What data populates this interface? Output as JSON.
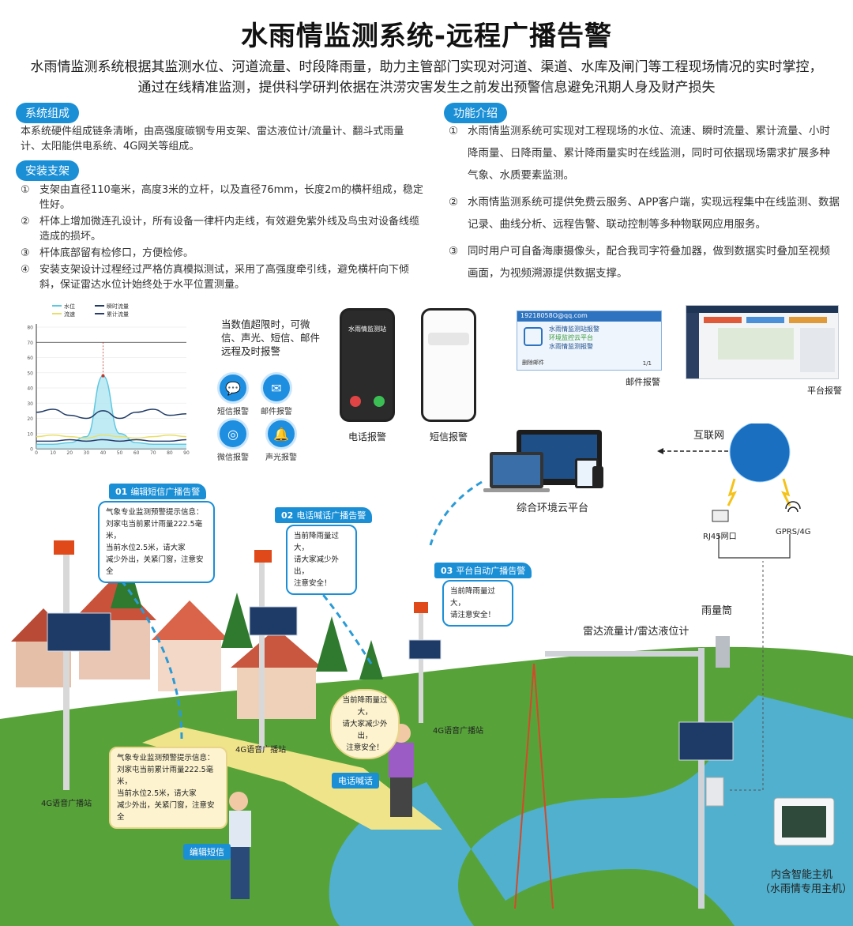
{
  "header": {
    "title": "水雨情监测系统-远程广播告警",
    "intro_line1": "水雨情监测系统根据其监测水位、河道流量、时段降雨量，助力主管部门实现对河道、渠道、水库及闸门等工程现场情况的实时掌控，",
    "intro_line2": "通过在线精准监测，提供科学研判依据在洪涝灾害发生之前发出预警信息避免汛期人身及财产损失"
  },
  "composition": {
    "heading": "系统组成",
    "text": "本系统硬件组成链条清晰，由高强度碳钢专用支架、雷达液位计/流量计、翻斗式雨量计、太阳能供电系统、4G网关等组成。"
  },
  "bracket": {
    "heading": "安装支架",
    "items": [
      {
        "num": "①",
        "text": "支架由直径110毫米，高度3米的立杆，以及直径76mm，长度2m的横杆组成，稳定性好。"
      },
      {
        "num": "②",
        "text": "杆体上增加微连孔设计，所有设备一律杆内走线，有效避免紫外线及鸟虫对设备线缆造成的损坏。"
      },
      {
        "num": "③",
        "text": "杆体底部留有检修口，方便检修。"
      },
      {
        "num": "④",
        "text": "安装支架设计过程经过严格仿真模拟测试，采用了高强度牵引线，避免横杆向下倾斜，保证雷达水位计始终处于水平位置测量。"
      }
    ]
  },
  "functions": {
    "heading": "功能介绍",
    "items": [
      {
        "num": "①",
        "text": "水雨情监测系统可实现对工程现场的水位、流速、瞬时流量、累计流量、小时降雨量、日降雨量、累计降雨量实时在线监测，同时可依据现场需求扩展多种气象、水质要素监测。"
      },
      {
        "num": "②",
        "text": "水雨情监测系统可提供免费云服务、APP客户端，实现远程集中在线监测、数据记录、曲线分析、远程告警、联动控制等多种物联网应用服务。"
      },
      {
        "num": "③",
        "text": "同时用户可自备海康摄像头，配合我司字符叠加器，做到数据实时叠加至视频画面，为视频溯源提供数据支撑。"
      }
    ]
  },
  "chart_data": {
    "type": "line",
    "x": [
      0,
      10,
      20,
      30,
      40,
      50,
      60,
      70,
      80,
      90
    ],
    "xlim": [
      0,
      90
    ],
    "ylim": [
      0,
      80
    ],
    "yticks": [
      0,
      10,
      20,
      30,
      40,
      50,
      60,
      70,
      80
    ],
    "threshold": 70,
    "series": [
      {
        "name": "水位",
        "color": "#5ec8e0",
        "values": [
          3,
          3,
          4,
          8,
          48,
          10,
          4,
          3,
          3,
          3
        ]
      },
      {
        "name": "瞬时流量",
        "color": "#1f3b66",
        "values": [
          24,
          26,
          22,
          20,
          25,
          20,
          24,
          26,
          22,
          23
        ]
      },
      {
        "name": "流速",
        "color": "#e8df6a",
        "values": [
          8,
          9,
          8,
          7,
          9,
          8,
          7,
          8,
          9,
          8
        ]
      },
      {
        "name": "累计流量",
        "color": "#2a3c6e",
        "values": [
          5,
          5,
          6,
          5,
          6,
          5,
          6,
          5,
          5,
          6
        ]
      }
    ],
    "grid": true
  },
  "alarm": {
    "text": "当数值超限时，可微信、声光、短信、邮件远程及时报警",
    "icons": [
      {
        "label": "短信报警",
        "icon": "message-icon"
      },
      {
        "label": "邮件报警",
        "icon": "mail-icon"
      },
      {
        "label": "微信报警",
        "icon": "wechat-icon"
      },
      {
        "label": "声光报警",
        "icon": "siren-icon"
      }
    ]
  },
  "phones": {
    "call_label": "电话报警",
    "call_screen": "水雨情监测站",
    "sms_label": "短信报警"
  },
  "mail": {
    "address": "19218058O@qq.com",
    "title": "水雨情监测站报警",
    "subtitle": "环境监控云平台",
    "info": "水雨情监测报警",
    "footer": "删除邮件",
    "page": "1/1",
    "label": "邮件报警"
  },
  "platform_label": "平台报警",
  "network": {
    "internet": "互联网",
    "cloud": "综合环境云平台",
    "rj45": "RJ45网口",
    "gprs": "GPRS/4G"
  },
  "broadcast": {
    "tag1_num": "01",
    "tag1": "编辑短信广播告警",
    "bubble1": [
      "气象专业监测预警提示信息：",
      "刘家屯当前累计雨量222.5毫米，",
      "当前水位2.5米，请大家",
      "减少外出，关紧门窗，注意安全"
    ],
    "tag2_num": "02",
    "tag2": "电话喊话广播告警",
    "bubble2": [
      "当前降雨量过大，",
      "请大家减少外出，",
      "注意安全！"
    ],
    "tag3_num": "03",
    "tag3": "平台自动广播告警",
    "bubble3": [
      "当前降雨量过大，",
      "请注意安全！"
    ],
    "bubble_call": [
      "当前降雨量过大，",
      "请大家减少外出，",
      "注意安全！"
    ],
    "bubble_sms": [
      "气象专业监测预警提示信息：",
      "刘家屯当前累计雨量222.5毫米，",
      "当前水位2.5米，请大家",
      "减少外出，关紧门窗，注意安全"
    ],
    "station": "4G语音广播站",
    "action_call": "电话喊话",
    "action_sms": "编辑短信"
  },
  "equipment": {
    "rain_gauge": "雨量筒",
    "radar": "雷达流量计/雷达液位计",
    "host1": "内含智能主机",
    "host2": "（水雨情专用主机）"
  }
}
